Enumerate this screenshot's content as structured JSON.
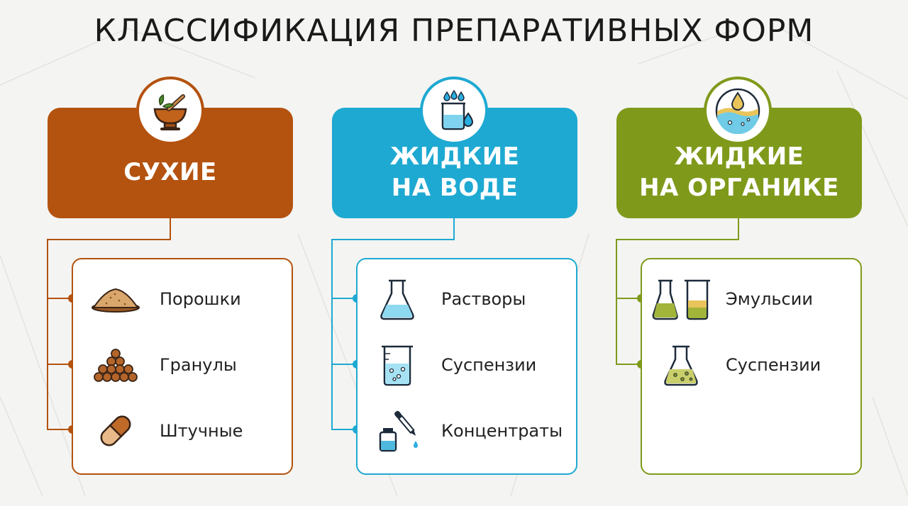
{
  "title": "КЛАССИФИКАЦИЯ ПРЕПАРАТИВНЫХ ФОРМ",
  "colors": {
    "dry": "#b4520f",
    "water": "#1ea9d2",
    "organic": "#7f9a1b",
    "background": "#f4f4f2"
  },
  "categories": [
    {
      "key": "dry",
      "header_icon": "mortar-pestle-icon",
      "header": [
        "СУХИЕ"
      ],
      "items": [
        {
          "label": "Порошки",
          "icon": "powder-pile-icon"
        },
        {
          "label": "Гранулы",
          "icon": "granules-icon"
        },
        {
          "label": "Штучные",
          "icon": "capsule-icon"
        }
      ]
    },
    {
      "key": "water",
      "header_icon": "water-beaker-icon",
      "header": [
        "ЖИДКИЕ",
        "НА ВОДЕ"
      ],
      "items": [
        {
          "label": "Растворы",
          "icon": "flask-icon"
        },
        {
          "label": "Суспензии",
          "icon": "beaker-bubbles-icon"
        },
        {
          "label": "Концентраты",
          "icon": "dropper-bottle-icon"
        }
      ]
    },
    {
      "key": "organic",
      "header_icon": "oil-drop-icon",
      "header": [
        "ЖИДКИЕ",
        "НА ОРГАНИКЕ"
      ],
      "items": [
        {
          "label": "Эмульсии",
          "icon": "two-flasks-icon"
        },
        {
          "label": "Суспензии",
          "icon": "flask-particles-icon"
        }
      ]
    }
  ]
}
